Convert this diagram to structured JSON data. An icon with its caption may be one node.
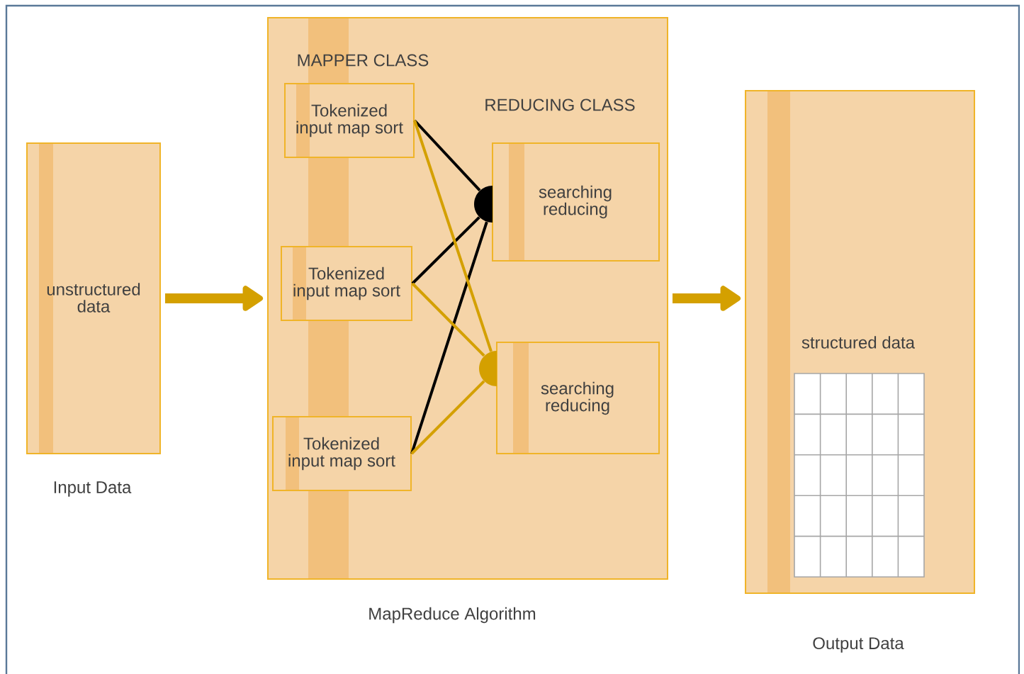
{
  "diagram": {
    "nodes": [
      {
        "text": [
          "unstructured data"
        ],
        "beside": [
          "Input Data"
        ]
      },
      {
        "text": [
          "MAPPER CLASS",
          "REDUCING CLASS"
        ],
        "beside": [
          "MapReduce Algorithm"
        ]
      },
      {
        "text": [
          "Tokenized input map sort"
        ],
        "in": 1
      },
      {
        "text": [
          "Tokenized input map sort"
        ],
        "in": 1
      },
      {
        "text": [
          "Tokenized input map sort"
        ],
        "in": 1
      },
      {
        "text": [],
        "shape": "circle",
        "in": 1
      },
      {
        "text": [
          "searching reducing"
        ],
        "in": 1
      },
      {
        "text": [],
        "shape": "circle",
        "in": 1
      },
      {
        "text": [
          "searching reducing"
        ],
        "in": 1
      },
      {
        "text": [
          "structured data"
        ],
        "beside": [
          "Output Data"
        ]
      }
    ],
    "edges": [
      {
        "from": 0,
        "to": 1,
        "arrow": "to",
        "style": "thick"
      },
      {
        "from": 1,
        "to": 9,
        "arrow": "to",
        "style": "thick"
      },
      {
        "from": 2,
        "to": 5,
        "arrow": "none",
        "color": "#000000"
      },
      {
        "from": 3,
        "to": 5,
        "arrow": "none",
        "color": "#000000"
      },
      {
        "from": 4,
        "to": 5,
        "arrow": "none",
        "color": "#000000"
      },
      {
        "from": 2,
        "to": 7,
        "arrow": "none"
      },
      {
        "from": 3,
        "to": 7,
        "arrow": "none"
      },
      {
        "from": 4,
        "to": 7,
        "arrow": "none"
      }
    ]
  }
}
